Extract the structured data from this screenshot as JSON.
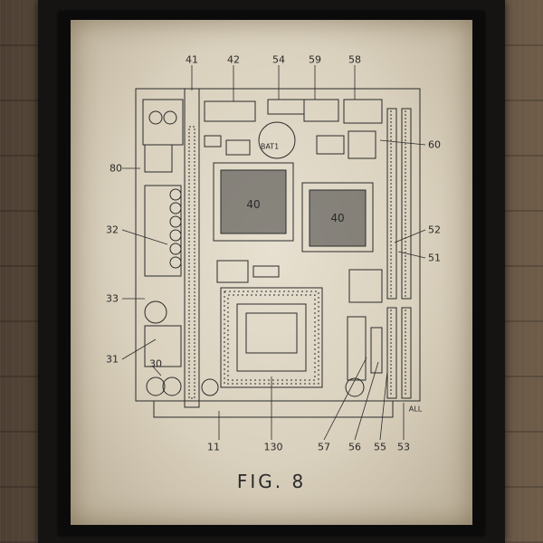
{
  "figure": {
    "caption": "FIG. 8",
    "labels": [
      {
        "key": "l41",
        "text": "41"
      },
      {
        "key": "l42",
        "text": "42"
      },
      {
        "key": "l54",
        "text": "54"
      },
      {
        "key": "l59",
        "text": "59"
      },
      {
        "key": "l58",
        "text": "58"
      },
      {
        "key": "l60",
        "text": "60"
      },
      {
        "key": "l80",
        "text": "80"
      },
      {
        "key": "l32",
        "text": "32"
      },
      {
        "key": "l52",
        "text": "52"
      },
      {
        "key": "l51",
        "text": "51"
      },
      {
        "key": "l33",
        "text": "33"
      },
      {
        "key": "l31",
        "text": "31"
      },
      {
        "key": "l30",
        "text": "30"
      },
      {
        "key": "l11",
        "text": "11"
      },
      {
        "key": "l130",
        "text": "130"
      },
      {
        "key": "l57",
        "text": "57"
      },
      {
        "key": "l56",
        "text": "56"
      },
      {
        "key": "l55",
        "text": "55"
      },
      {
        "key": "l53",
        "text": "53"
      },
      {
        "key": "lall",
        "text": "ALL"
      }
    ],
    "chip_marks": [
      "40",
      "40"
    ],
    "battery_mark": "BAT1"
  }
}
